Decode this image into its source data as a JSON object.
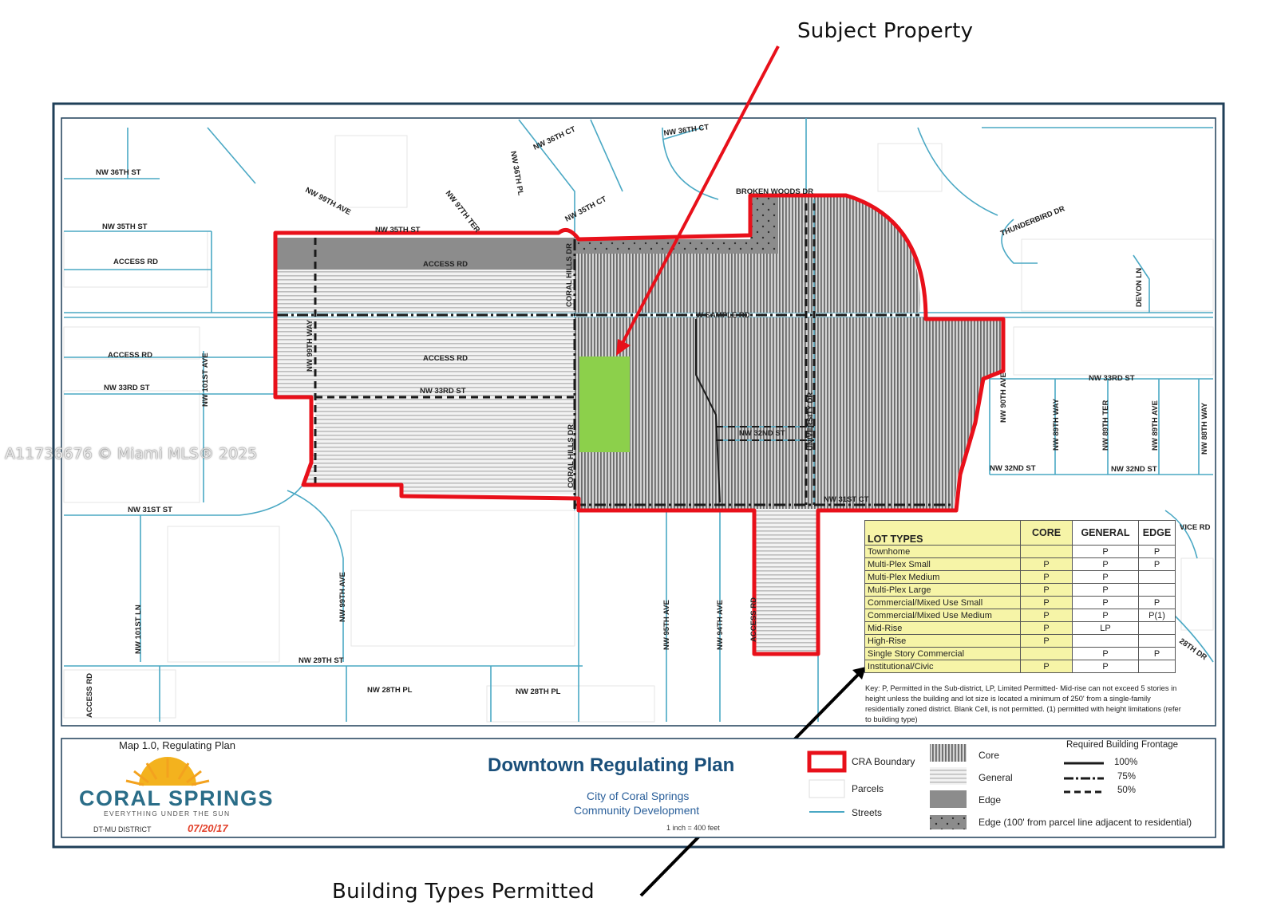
{
  "annotations": {
    "subject_property": "Subject Property",
    "building_types": "Building Types Permitted"
  },
  "watermark": "A11736676 © Miami MLS® 2025",
  "colors": {
    "cra_boundary": "#e8101a",
    "streets": "#4aa8c4",
    "subject_parcel": "#8cd04b",
    "table_yellow": "#f6f4a7",
    "title_blue": "#1a4f7a",
    "frame": "#1f3f58",
    "date_red": "#e2402a"
  },
  "streets": {
    "nw36th_st": "NW 36TH ST",
    "nw36th_ct_a": "NW 36TH CT",
    "nw36th_ct_b": "NW 36TH CT",
    "nw36th_pl": "NW 36TH PL",
    "nw99th_ave_top": "NW 99TH AVE",
    "nw97th_ter": "NW 97TH TER",
    "nw35th_ct": "NW 35TH CT",
    "broken_woods": "BROKEN WOODS DR",
    "thunderbird": "THUNDERBIRD DR",
    "nw35th_st_w": "NW 35TH ST",
    "nw35th_st": "NW 35TH ST",
    "access_rd_1": "ACCESS RD",
    "access_rd_2": "ACCESS RD",
    "access_rd_3": "ACCESS RD",
    "access_rd_4": "ACCESS RD",
    "coral_hills_1": "CORAL HILLS DR",
    "coral_hills_2": "CORAL HILLS DR",
    "w_sample_rd": "W SAMPLE RD",
    "devon_ln": "DEVON LN",
    "nw99th_way": "NW 99TH WAY",
    "nw101st_ave": "NW 101ST AVE",
    "nw33rd_st_w": "NW 33RD ST",
    "nw33rd_st_c": "NW 33RD ST",
    "nw33rd_st_e": "NW 33RD ST",
    "nw32nd_st_c": "NW 32ND ST",
    "university_dr": "UNIVERSITY DR",
    "nw90th_ave": "NW 90TH AVE",
    "nw89th_way": "NW 89TH WAY",
    "nw89th_ter": "NW 89TH TER",
    "nw89th_ave": "NW 89TH AVE",
    "nw88th_way": "NW 88TH WAY",
    "nw32nd_st_e1": "NW 32ND ST",
    "nw32nd_st_e2": "NW 32ND ST",
    "nw31st_st": "NW 31ST ST",
    "nw31st_ct": "NW 31ST CT",
    "service_rd": "VICE RD",
    "nw101st_ln": "NW 101ST LN",
    "nw99th_ave_s": "NW 99TH AVE",
    "nw95th_ave": "NW 95TH AVE",
    "nw94th_ave": "NW 94TH AVE",
    "access_rd_s": "ACCESS RD",
    "nw29th_st": "NW 29TH ST",
    "nw28th_pl_1": "NW 28TH PL",
    "nw28th_pl_2": "NW 28TH PL",
    "access_rd_sw": "ACCESS RD",
    "nw28th_dr": "28TH DR"
  },
  "lot_table": {
    "headers": [
      "LOT TYPES",
      "CORE",
      "GENERAL",
      "EDGE"
    ],
    "rows": [
      [
        "Townhome",
        "",
        "P",
        "P"
      ],
      [
        "Multi-Plex Small",
        "P",
        "P",
        "P"
      ],
      [
        "Multi-Plex Medium",
        "P",
        "P",
        ""
      ],
      [
        "Multi-Plex Large",
        "P",
        "P",
        ""
      ],
      [
        "Commercial/Mixed Use Small",
        "P",
        "P",
        "P"
      ],
      [
        "Commercial/Mixed Use Medium",
        "P",
        "P",
        "P(1)"
      ],
      [
        "Mid-Rise",
        "P",
        "LP",
        ""
      ],
      [
        "High-Rise",
        "P",
        "",
        ""
      ],
      [
        "Single Story Commercial",
        "",
        "P",
        "P"
      ],
      [
        "Institutional/Civic",
        "P",
        "P",
        ""
      ]
    ],
    "key": "Key: P, Permitted in the Sub-district, LP, Limited Permitted- Mid-rise can not exceed 5 stories in height unless the building and lot size is located a minimum of 250' from a single-family residentially zoned district. Blank Cell, is not permitted. (1) permitted with height limitations (refer to building type)"
  },
  "title_block": {
    "map_number": "Map 1.0, Regulating Plan",
    "logo_name": "CORAL SPRINGS",
    "logo_tagline": "EVERYTHING UNDER THE SUN",
    "district": "DT-MU DISTRICT",
    "date": "07/20/17",
    "plan_title": "Downtown Regulating Plan",
    "org_line1": "City of Coral Springs",
    "org_line2": "Community Development",
    "scale": "1 inch = 400 feet"
  },
  "legend": {
    "cra_boundary": "CRA Boundary",
    "parcels": "Parcels",
    "streets": "Streets",
    "core": "Core",
    "general": "General",
    "edge": "Edge",
    "edge_100": "Edge (100' from parcel line adjacent to residential)",
    "frontage_title": "Required Building Frontage",
    "f100": "100%",
    "f75": "75%",
    "f50": "50%"
  }
}
